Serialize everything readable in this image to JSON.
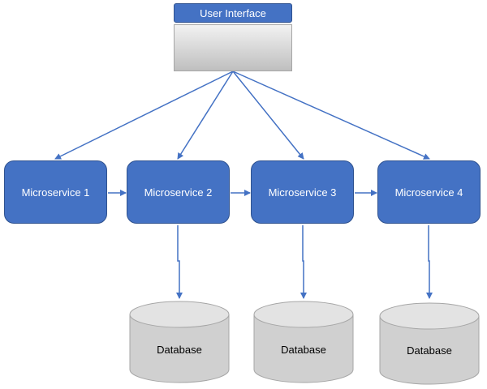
{
  "ui": {
    "label": "User Interface"
  },
  "services": [
    {
      "label": "Microservice 1"
    },
    {
      "label": "Microservice 2"
    },
    {
      "label": "Microservice 3"
    },
    {
      "label": "Microservice 4"
    }
  ],
  "databases": [
    {
      "label": "Database"
    },
    {
      "label": "Database"
    },
    {
      "label": "Database"
    }
  ],
  "colors": {
    "service_fill": "#4472c4",
    "service_border": "#2f528f",
    "arrow": "#4472c4",
    "database_fill": "#d0d0d0",
    "database_border": "#a6a6a6"
  }
}
